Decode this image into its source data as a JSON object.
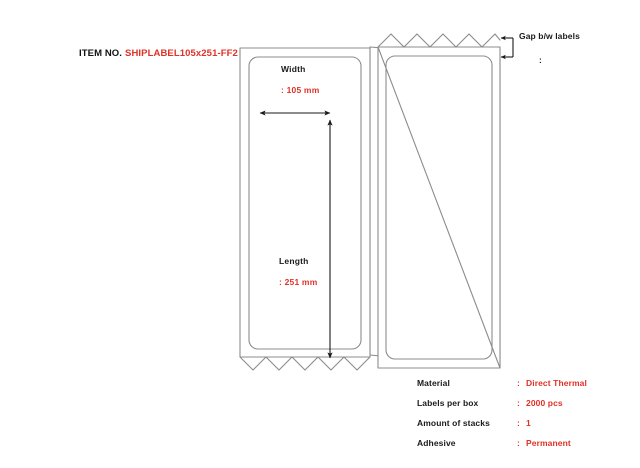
{
  "item": {
    "label": "ITEM NO.",
    "value": "SHIPLABEL105x251-FF2"
  },
  "dimensions": {
    "width": {
      "caption": "Width",
      "value": ": 105 mm"
    },
    "length": {
      "caption": "Length",
      "value": ": 251 mm"
    },
    "gap": {
      "caption": "Gap b/w labels",
      "value": ":"
    }
  },
  "specs": {
    "rows": [
      {
        "key": "Material",
        "colon": ":",
        "value": "Direct Thermal"
      },
      {
        "key": "Labels per box",
        "colon": ":",
        "value": "2000 pcs"
      },
      {
        "key": "Amount of stacks",
        "colon": ":",
        "value": "1"
      },
      {
        "key": "Adhesive",
        "colon": ":",
        "value": "Permanent"
      }
    ]
  },
  "colors": {
    "accent_red": "#e03127",
    "line_gray": "#808080",
    "text_dark": "#1a1a1a",
    "background": "#ffffff"
  },
  "icons": {
    "width_arrow": "horizontal-double-arrow",
    "length_arrow": "vertical-double-arrow",
    "gap_arrow": "gap-bracket-arrow"
  }
}
